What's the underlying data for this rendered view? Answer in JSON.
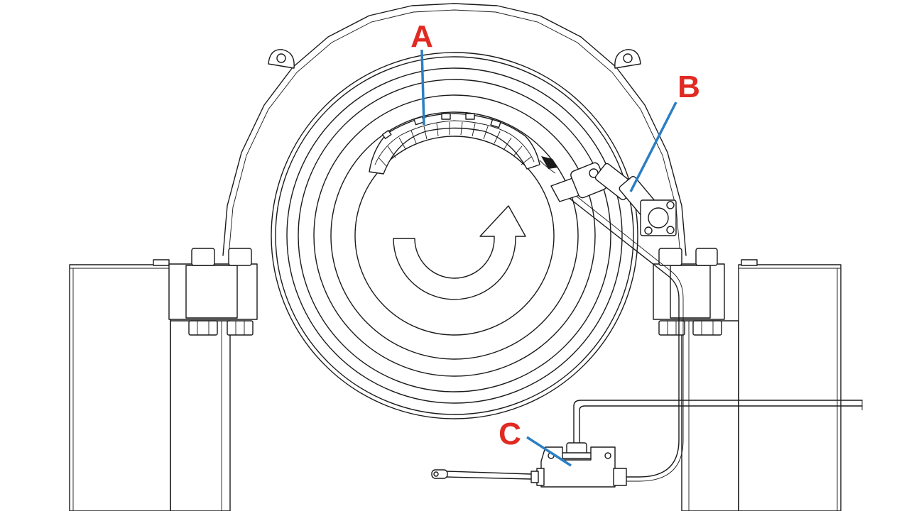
{
  "colors": {
    "label": "#e02a22",
    "leader": "#2a7fc4",
    "linework": "#1a1a1a",
    "background": "#ffffff"
  },
  "labels": {
    "a": "A",
    "b": "B",
    "c": "C"
  },
  "icons": {
    "rotation_arrow": "clockwise-rotation-arrow-icon"
  }
}
